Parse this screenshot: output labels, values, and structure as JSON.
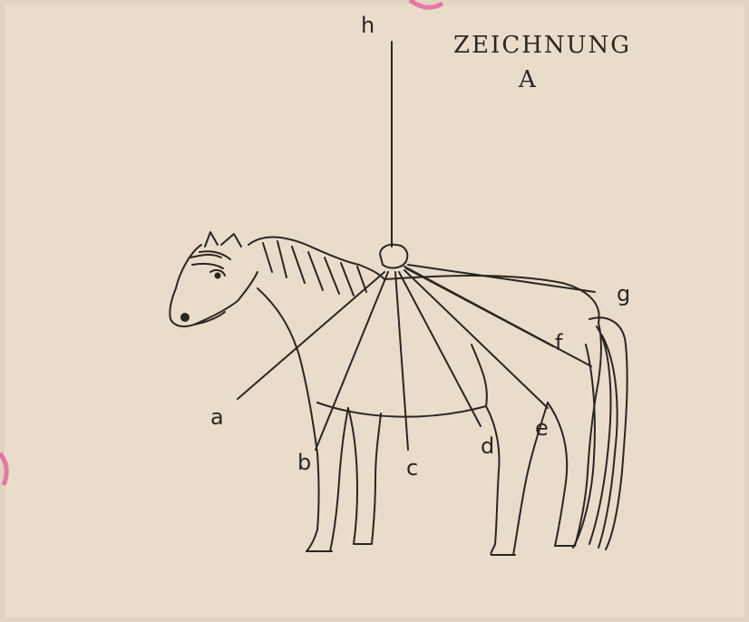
{
  "drawing": {
    "heading": {
      "title_line1": "ZEICHNUNG",
      "title_line2": "A"
    },
    "labels": {
      "a": "a",
      "b": "b",
      "c": "c",
      "d": "d",
      "e": "e",
      "f": "f",
      "g": "g",
      "h": "h"
    },
    "colors": {
      "paper": "#eadccb",
      "ink": "#2a2620",
      "accent_pink": "#e2007a"
    }
  }
}
